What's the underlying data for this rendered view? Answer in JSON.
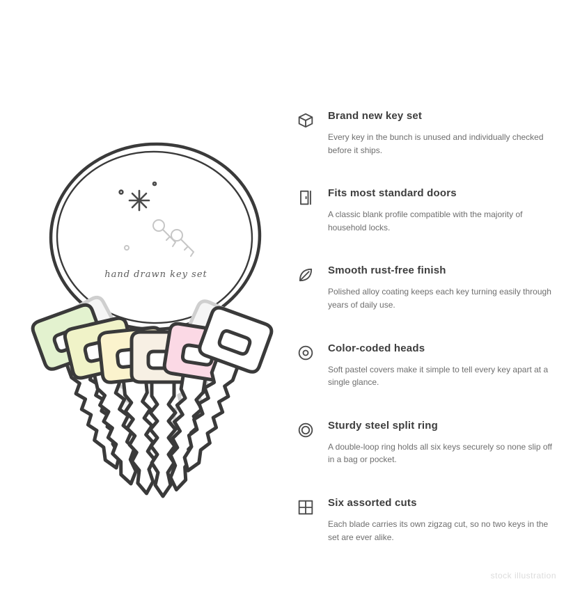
{
  "illustration": {
    "caption": "hand drawn key set",
    "outline_color": "#3a3a3a",
    "key_colors": [
      "#e3f2cf",
      "#f0f3c8",
      "#fbf3cd",
      "#f7f0e4",
      "#fbd9e5",
      "#ffffff"
    ]
  },
  "features": {
    "items": [
      {
        "icon": "box-icon",
        "title": "Brand new key set",
        "description": "Every key in the bunch is unused and individually checked before it ships."
      },
      {
        "icon": "door-icon",
        "title": "Fits most standard doors",
        "description": "A classic blank profile compatible with the majority of household locks."
      },
      {
        "icon": "leaf-icon",
        "title": "Smooth rust-free finish",
        "description": "Polished alloy coating keeps each key turning easily through years of daily use."
      },
      {
        "icon": "target-icon",
        "title": "Color-coded heads",
        "description": "Soft pastel covers make it simple to tell every key apart at a single glance."
      },
      {
        "icon": "ring-icon",
        "title": "Sturdy steel split ring",
        "description": "A double-loop ring holds all six keys securely so none slip off in a bag or pocket."
      },
      {
        "icon": "grid-icon",
        "title": "Six assorted cuts",
        "description": "Each blade carries its own zigzag cut, so no two keys in the set are ever alike."
      }
    ]
  },
  "watermark": "stock illustration"
}
